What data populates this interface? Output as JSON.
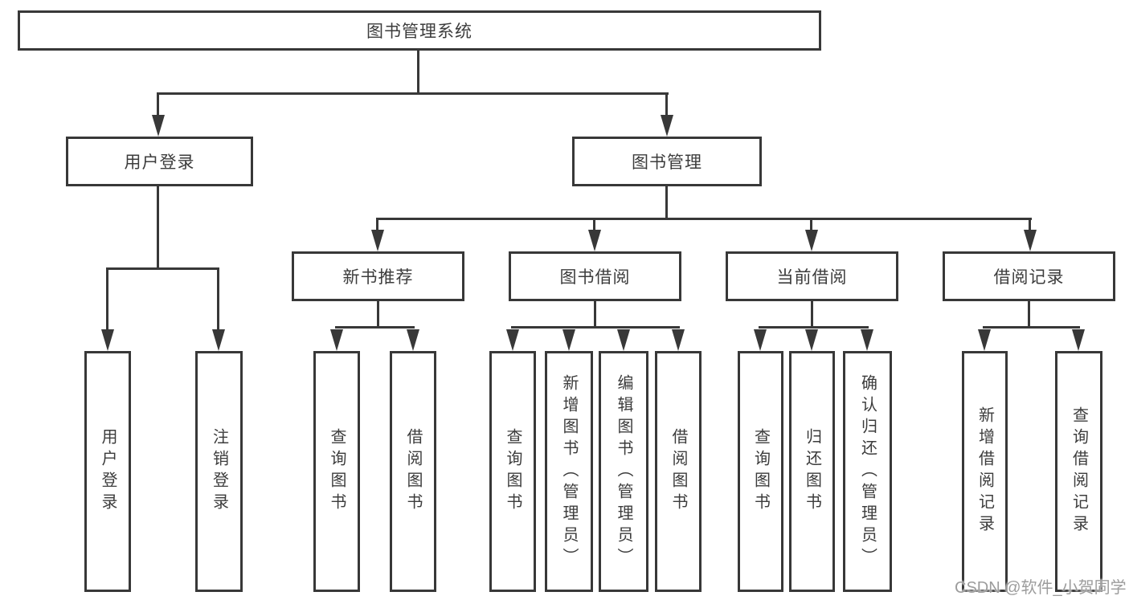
{
  "diagram": {
    "tree": {
      "root": {
        "label": "图书管理系统"
      },
      "branches": [
        {
          "label": "用户登录",
          "leaves": [
            "用户登录",
            "注销登录"
          ]
        },
        {
          "label": "图书管理",
          "sections": [
            {
              "label": "新书推荐",
              "leaves": [
                "查询图书",
                "借阅图书"
              ]
            },
            {
              "label": "图书借阅",
              "leaves": [
                "查询图书",
                "新增图书（管理员）",
                "编辑图书（管理员）",
                "借阅图书"
              ]
            },
            {
              "label": "当前借阅",
              "leaves": [
                "查询图书",
                "归还图书",
                "确认归还（管理员）"
              ]
            },
            {
              "label": "借阅记录",
              "leaves": [
                "新增借阅记录",
                "查询借阅记录"
              ]
            }
          ]
        }
      ]
    },
    "watermark": "CSDN @软件_小贺同学",
    "colors": {
      "line": "#383838",
      "text": "#3c3c3c",
      "background": "#ffffff",
      "watermark": "#9c9c9c"
    }
  }
}
